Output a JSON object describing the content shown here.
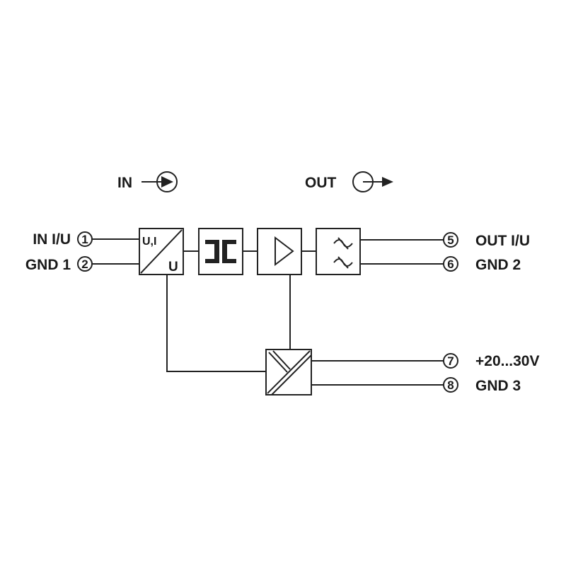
{
  "legend": {
    "in_label": "IN",
    "out_label": "OUT",
    "in_icon": "arrow-into-circle-icon",
    "out_icon": "arrow-out-of-circle-icon"
  },
  "terminals": [
    {
      "number": "1",
      "label": "IN I/U"
    },
    {
      "number": "2",
      "label": "GND 1"
    },
    {
      "number": "5",
      "label": "OUT I/U"
    },
    {
      "number": "6",
      "label": "GND 2"
    },
    {
      "number": "7",
      "label": "+20...30V"
    },
    {
      "number": "8",
      "label": "GND 3"
    }
  ],
  "blocks": {
    "converter": {
      "top_text": "U,I",
      "bottom_text": "U"
    },
    "isolation": {
      "icon": "galvanic-isolation-icon"
    },
    "amplifier": {
      "icon": "amplifier-triangle-icon"
    },
    "filter": {
      "icon": "filter-icon"
    },
    "power_supply": {
      "icon": "power-supply-converter-icon"
    }
  }
}
